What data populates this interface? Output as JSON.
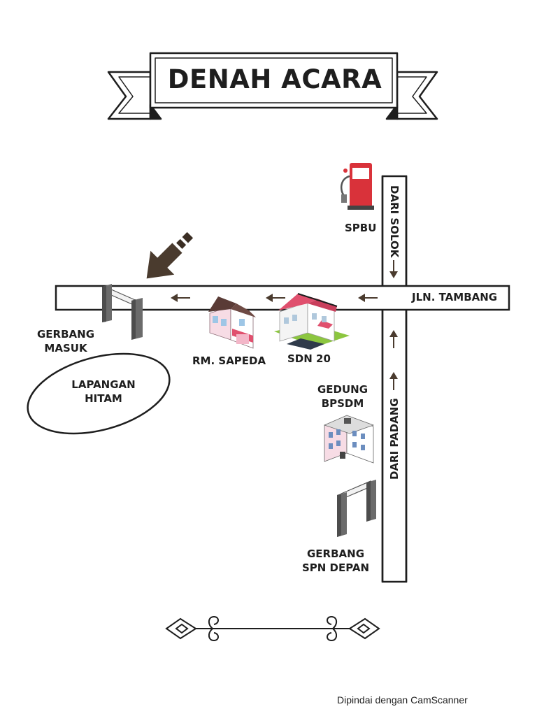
{
  "title": "DENAH ACARA",
  "roads": {
    "horizontal": "JLN. TAMBANG",
    "from_north": "DARI SOLOK",
    "from_south": "DARI PADANG"
  },
  "landmarks": {
    "spbu": "SPBU",
    "sdn": "SDN 20",
    "rm_sapeda": "RM. SAPEDA",
    "gedung_line1": "GEDUNG",
    "gedung_line2": "BPSDM",
    "gerbang_masuk_line1": "GERBANG",
    "gerbang_masuk_line2": "MASUK",
    "lapangan_line1": "LAPANGAN",
    "lapangan_line2": "HITAM",
    "gerbang_spn_line1": "GERBANG",
    "gerbang_spn_line2": "SPN DEPAN"
  },
  "footer": "Dipindai dengan CamScanner",
  "colors": {
    "ink": "#1e1e1e",
    "arrow_brown": "#4a3b2e",
    "roof_pink": "#e0506e",
    "wall_pink": "#f3b6c8",
    "pump_red": "#d9323a",
    "grass_green": "#8cc63f",
    "gate_gray": "#6b6b6b"
  },
  "icons": [
    "fuel-pump-icon",
    "school-building-icon",
    "house-icon",
    "office-building-icon",
    "gate-icon",
    "direction-arrow-icon"
  ]
}
